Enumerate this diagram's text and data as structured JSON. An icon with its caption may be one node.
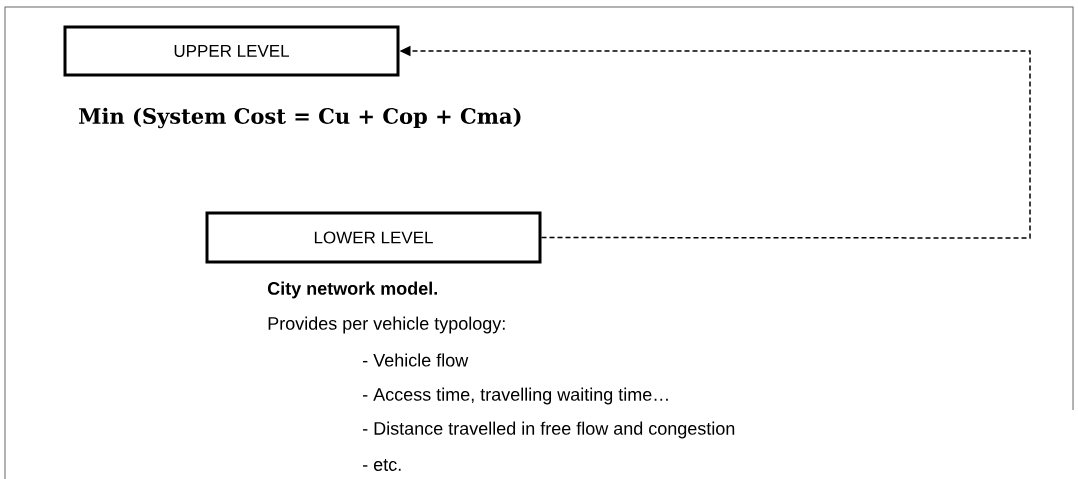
{
  "diagram": {
    "nodes": [
      {
        "text": [
          "UPPER LEVEL"
        ]
      },
      {
        "text": [
          "LOWER LEVEL"
        ]
      }
    ],
    "edges": [
      {
        "from": 1,
        "to": 0,
        "arrow": "to",
        "style": "dashed"
      }
    ],
    "labels": [
      "Min (System Cost = Cu + Cop + Cma)",
      "City network model.",
      "Provides per vehicle typology:",
      "- Vehicle flow",
      "- Access time, travelling waiting time…",
      "- Distance travelled in free flow and congestion",
      "- etc."
    ]
  }
}
